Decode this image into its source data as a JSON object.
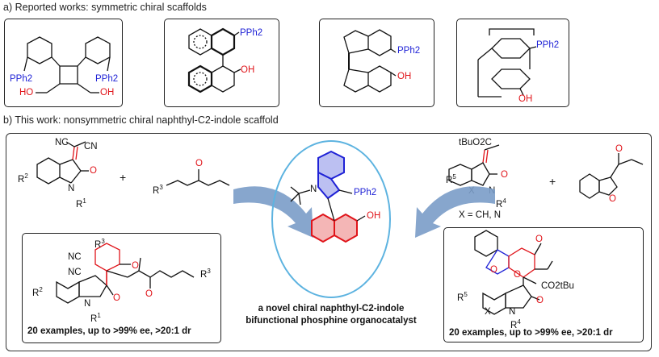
{
  "section_a": {
    "heading": "a) Reported works: symmetric chiral scaffolds"
  },
  "section_b": {
    "heading": "b) This work: nonsymmetric chiral naphthyl-C2-indole scaffold"
  },
  "scaffolds": {
    "cyclobutane": {
      "pph2_left": "PPh2",
      "pph2_right": "PPh2",
      "oh_left": "HO",
      "oh_right": "OH"
    },
    "binol": {
      "pph2": "PPh2",
      "oh": "OH"
    },
    "spiro": {
      "pph2": "PPh2",
      "oh": "OH"
    },
    "paracyclophane": {
      "pph2": "PPh2",
      "oh": "OH"
    }
  },
  "left_reaction": {
    "nc1": "NC",
    "cn1": "CN",
    "r2": "R",
    "r2_sup": "2",
    "o": "O",
    "n": "N",
    "r1": "R",
    "r1_sup": "1",
    "plus": "+",
    "r3": "R",
    "r3_sup": "3",
    "o2": "O"
  },
  "right_reaction": {
    "ester": "tBuO2C",
    "r5": "R",
    "r5_sup": "5",
    "x": "X",
    "n": "N",
    "o": "O",
    "r4": "R",
    "r4_sup": "4",
    "x_def": "X = CH, N",
    "plus": "+",
    "o2": "O",
    "o3": "O"
  },
  "catalyst": {
    "n": "N",
    "pph2": "PPh2",
    "oh": "OH",
    "caption_line1": "a novel  chiral naphthyl-C2-indole",
    "caption_line2": "bifunctional phosphine organocatalyst"
  },
  "left_product": {
    "r3": "R",
    "r3_sup": "3",
    "nc1": "NC",
    "nc2": "NC",
    "o1": "O",
    "r3b": "R",
    "r3b_sup": "3",
    "r2": "R",
    "r2_sup": "2",
    "o2": "O",
    "o3": "O",
    "n": "N",
    "r1": "R",
    "r1_sup": "1",
    "summary": "20 examples, up to >99% ee, >20:1 dr"
  },
  "right_product": {
    "o1": "O",
    "o2": "O",
    "o3": "O",
    "ester": "CO2tBu",
    "r5": "R",
    "r5_sup": "5",
    "x": "X",
    "n": "N",
    "o4": "O",
    "r4": "R",
    "r4_sup": "4",
    "summary": "20 examples, up to >99% ee, >20:1 dr"
  },
  "colors": {
    "phosphorus_blue": "#1f22d6",
    "oxygen_red": "#e0141a",
    "arrow_blue": "#7a9cc8",
    "catalyst_circle": "#5db3e0",
    "naphthyl_fill": "#f4b6b6",
    "indole_fill": "#bcc0f2"
  }
}
